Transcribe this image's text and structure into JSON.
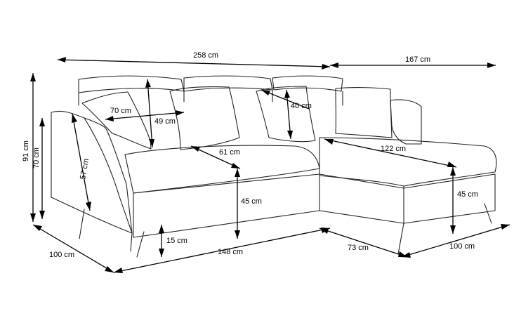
{
  "labels": {
    "total_width": "258 cm",
    "chaise_length": "167 cm",
    "total_height": "91 cm",
    "back_height": "70 cm",
    "armrest_depth": "100 cm",
    "back_cushion_width": "70 cm",
    "back_cushion_height": "49 cm",
    "throw_pillow": "40 cm",
    "armrest_height": "57 cm",
    "seat_depth": "61 cm",
    "chaise_seat_length": "122 cm",
    "seat_height": "45 cm",
    "chaise_seat_height": "45 cm",
    "leg_height": "15 cm",
    "front_width": "148 cm",
    "chaise_width": "73 cm",
    "chaise_depth": "100 cm"
  },
  "colors": {
    "outline": "#222222",
    "dimension": "#000000",
    "background": "#ffffff"
  }
}
